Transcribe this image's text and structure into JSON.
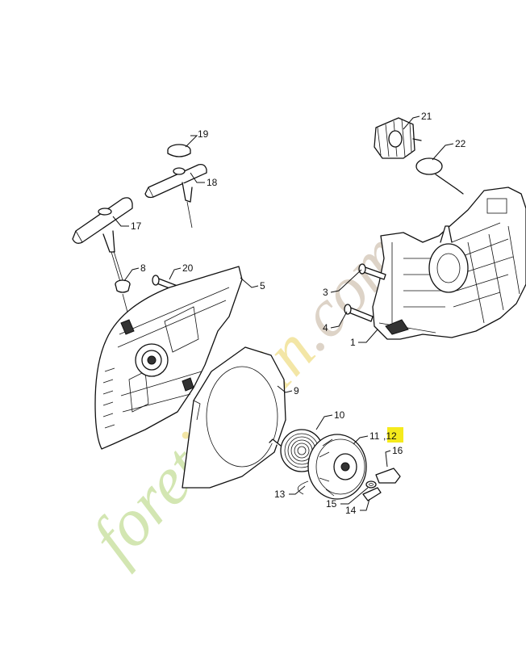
{
  "diagram": {
    "labels": [
      {
        "id": "p1",
        "text": "1"
      },
      {
        "id": "p3",
        "text": "3"
      },
      {
        "id": "p4",
        "text": "4"
      },
      {
        "id": "p5",
        "text": "5"
      },
      {
        "id": "p8",
        "text": "8"
      },
      {
        "id": "p9",
        "text": "9"
      },
      {
        "id": "p10",
        "text": "10"
      },
      {
        "id": "p11",
        "text": "11"
      },
      {
        "id": "p12",
        "text": ",12"
      },
      {
        "id": "p13",
        "text": "13"
      },
      {
        "id": "p14",
        "text": "14"
      },
      {
        "id": "p15",
        "text": "15"
      },
      {
        "id": "p16",
        "text": "16"
      },
      {
        "id": "p17",
        "text": "17"
      },
      {
        "id": "p18",
        "text": "18"
      },
      {
        "id": "p19",
        "text": "19"
      },
      {
        "id": "p20",
        "text": "20"
      },
      {
        "id": "p21",
        "text": "21"
      },
      {
        "id": "p22",
        "text": "22"
      }
    ],
    "highlight_color": "#f5ea1c"
  },
  "watermark": {
    "text_green": "foret",
    "text_yellow": "jardin",
    "text_gray": ".com",
    "color_green": "#d3e6b2",
    "color_yellow": "#f3e6a6",
    "color_gray": "#ddd3c7"
  }
}
